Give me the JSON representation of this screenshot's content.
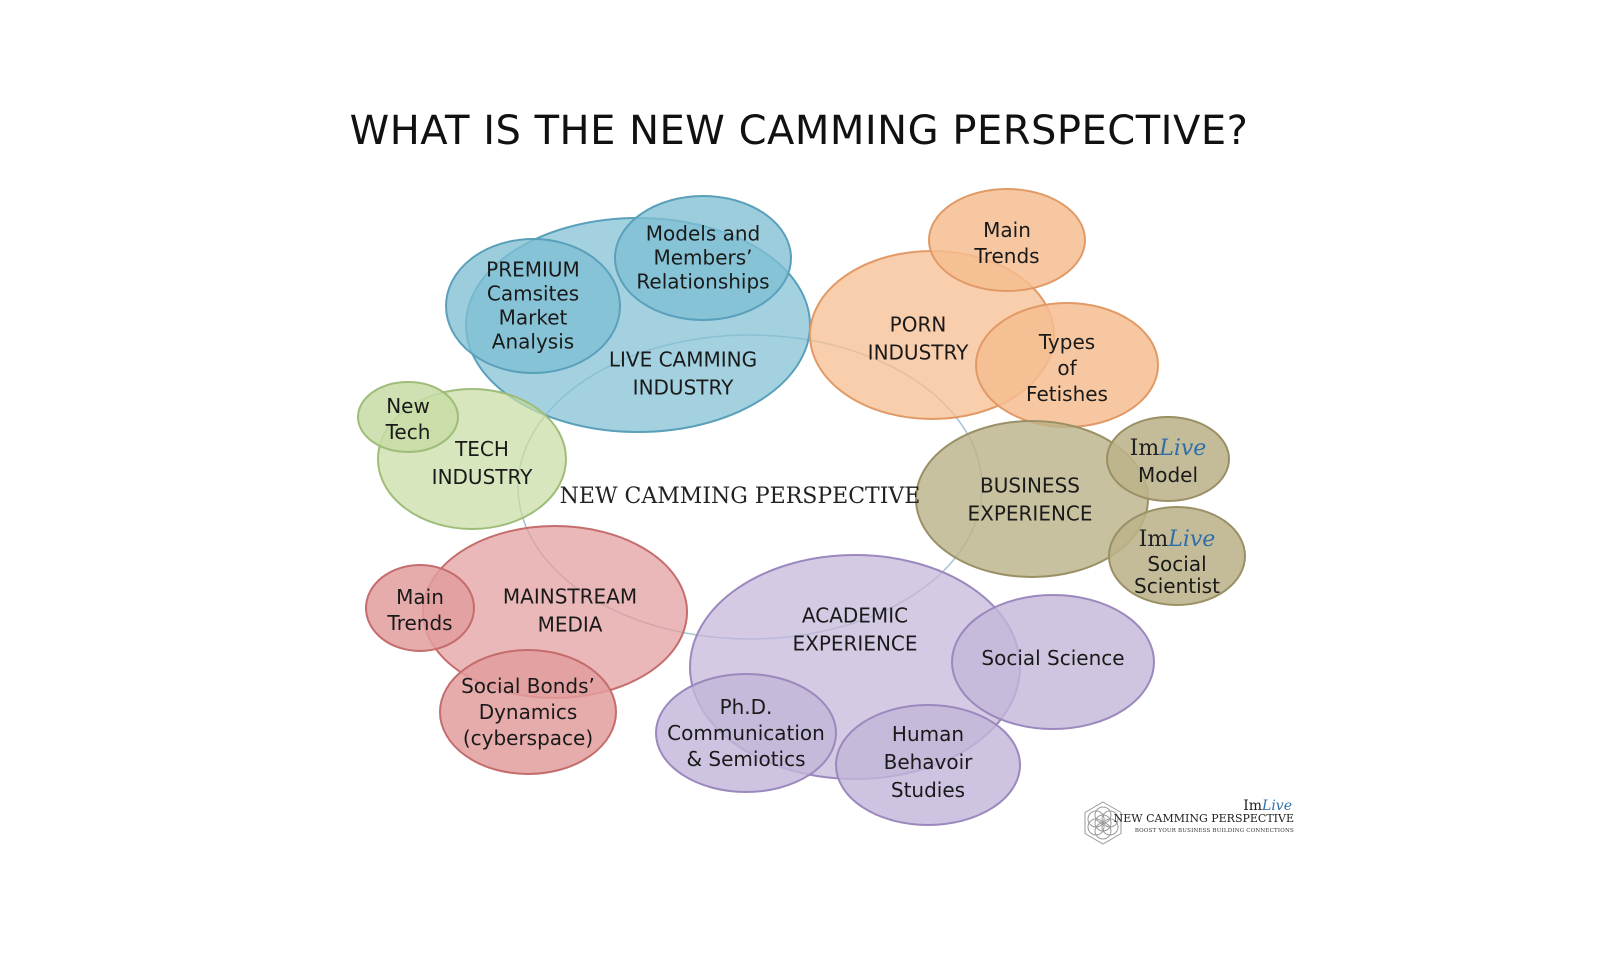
{
  "title": "WHAT IS THE NEW CAMMING PERSPECTIVE?",
  "center_label": "NEW CAMMING PERSPECTIVE",
  "bubbles": {
    "live_camming": {
      "lines": [
        "LIVE CAMMING",
        "INDUSTRY"
      ],
      "color": "#7fbfd4"
    },
    "premium": {
      "lines": [
        "PREMIUM",
        "Camsites",
        "Market",
        "Analysis"
      ],
      "color": "#7fbfd4"
    },
    "models_members": {
      "lines": [
        "Models and",
        "Members’",
        "Relationships"
      ],
      "color": "#7fbfd4"
    },
    "porn": {
      "lines": [
        "PORN",
        "INDUSTRY"
      ],
      "color": "#f6bd91"
    },
    "porn_trends": {
      "lines": [
        "Main",
        "Trends"
      ],
      "color": "#f6bd91"
    },
    "fetishes": {
      "lines": [
        "Types",
        "of",
        "Fetishes"
      ],
      "color": "#f6bd91"
    },
    "tech": {
      "lines": [
        "TECH",
        "INDUSTRY"
      ],
      "color": "#c7dca4"
    },
    "new_tech": {
      "lines": [
        "New",
        "Tech"
      ],
      "color": "#c7dca4"
    },
    "business": {
      "lines": [
        "BUSINESS",
        "EXPERIENCE"
      ],
      "color": "#bcb38a"
    },
    "imlive_model": {
      "brand_im": "Im",
      "brand_live": "Live",
      "lines": [
        "Model"
      ],
      "color": "#bcb38a"
    },
    "imlive_scientist": {
      "brand_im": "Im",
      "brand_live": "Live",
      "lines": [
        "Social",
        "Scientist"
      ],
      "color": "#bcb38a"
    },
    "mainstream": {
      "lines": [
        "MAINSTREAM",
        "MEDIA"
      ],
      "color": "#e29c9c"
    },
    "media_trends": {
      "lines": [
        "Main",
        "Trends"
      ],
      "color": "#e29c9c"
    },
    "social_bonds": {
      "lines": [
        "Social Bonds’",
        "Dynamics",
        "(cyberspace)"
      ],
      "color": "#e29c9c"
    },
    "academic": {
      "lines": [
        "ACADEMIC",
        "EXPERIENCE"
      ],
      "color": "#c3b6d9"
    },
    "social_science": {
      "lines": [
        "Social Science"
      ],
      "color": "#c3b6d9"
    },
    "phd": {
      "lines": [
        "Ph.D.",
        "Communication",
        "& Semiotics"
      ],
      "color": "#c3b6d9"
    },
    "human_behavior": {
      "lines": [
        "Human",
        "Behavoir",
        "Studies"
      ],
      "color": "#c3b6d9"
    }
  },
  "brand": {
    "im": "Im",
    "live": "Live",
    "name": "NEW CAMMING PERSPECTIVE",
    "tagline": "BOOST YOUR BUSINESS BUILDING CONNECTIONS"
  }
}
